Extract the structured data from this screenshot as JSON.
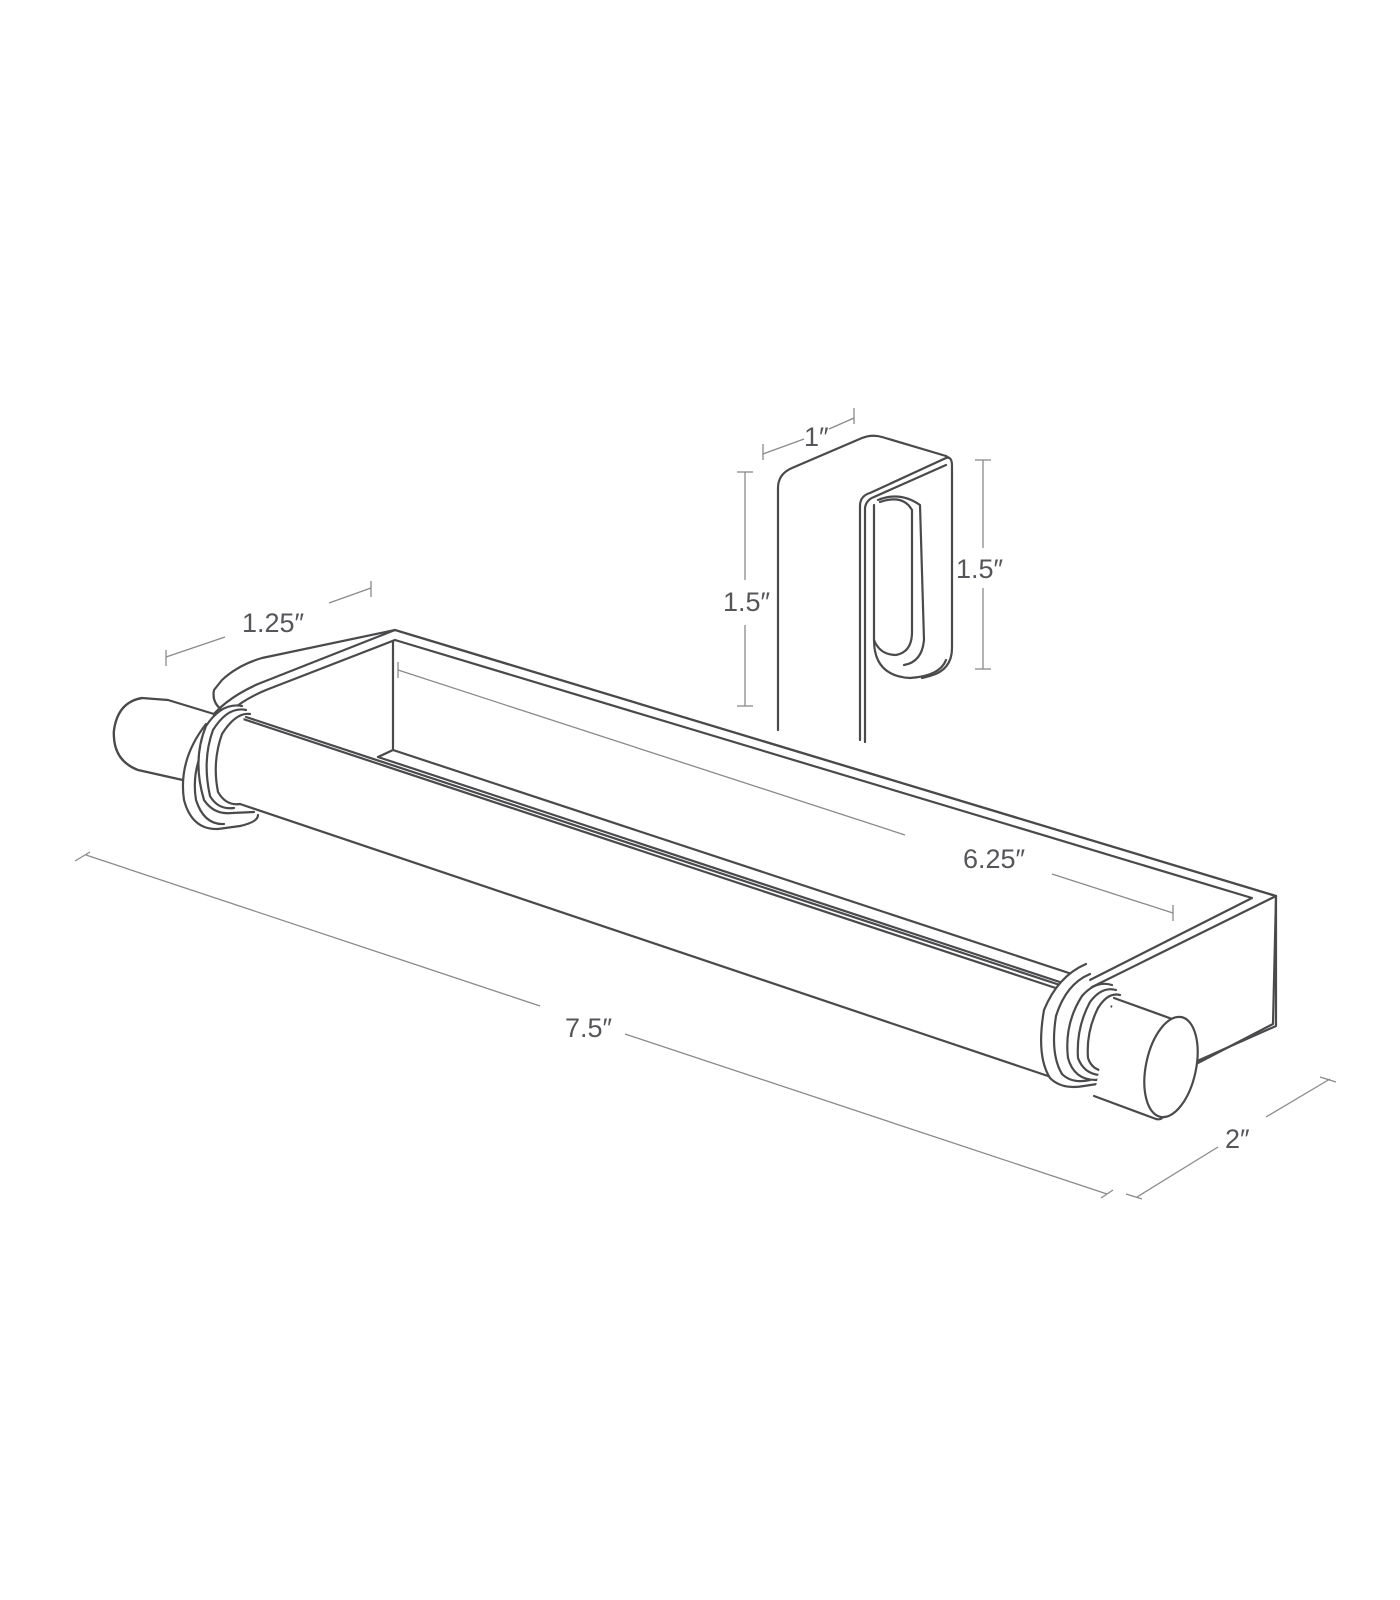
{
  "figure": {
    "type": "product-dimension-drawing",
    "subject": "over-the-door paper towel holder",
    "line_color": "#4a4a4d",
    "dimension_color": "#8a8a8e",
    "background": "#ffffff"
  },
  "dimensions": {
    "hook_width": "1″",
    "hook_height_back": "1.5″",
    "hook_height_front": "1.5″",
    "bracket_depth": "1.25″",
    "inner_length": "6.25″",
    "overall_length": "7.5″",
    "overall_depth": "2″"
  }
}
